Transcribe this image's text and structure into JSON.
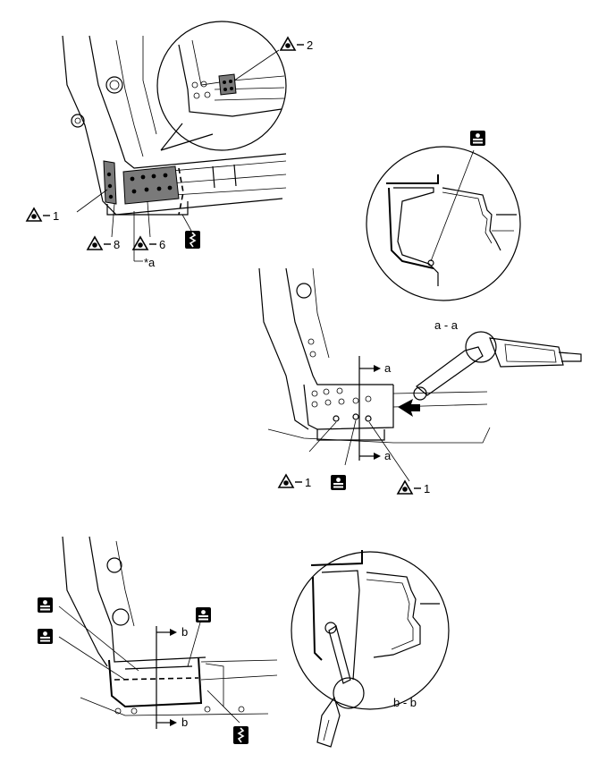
{
  "callouts": {
    "weld_1": "1",
    "weld_2": "2",
    "weld_6": "6",
    "weld_8": "8",
    "note_a": "*a"
  },
  "sections": {
    "a_a": "a - a",
    "b_b": "b - b",
    "cut_a": "a",
    "cut_b": "b"
  },
  "icons": {
    "weld_symbol": "spot-weld-icon",
    "sealer_symbol": "body-sealer-icon",
    "cut_symbol": "cut-zigzag-icon"
  }
}
